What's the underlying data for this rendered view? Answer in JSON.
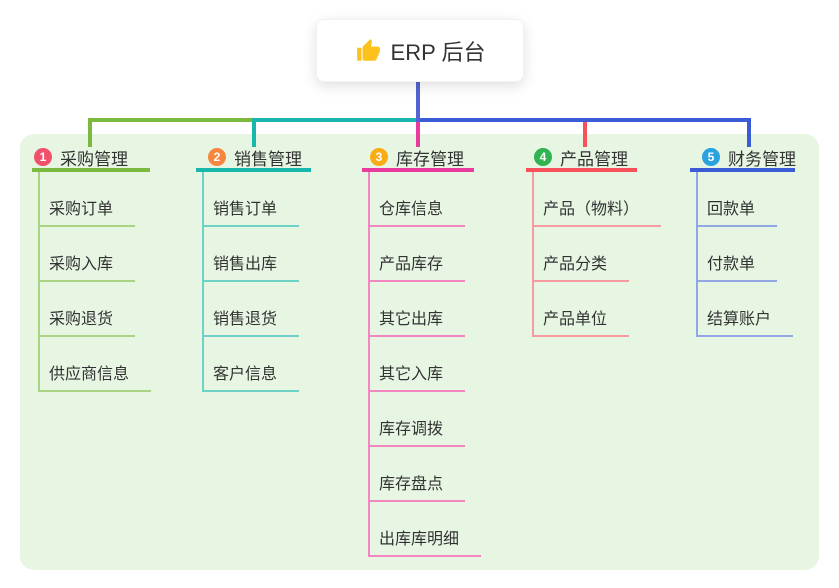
{
  "root": {
    "label": "ERP 后台",
    "icon": "thumbs-up-icon"
  },
  "branches": [
    {
      "badge": "1",
      "label": "采购管理",
      "badge_color": "#f0506b",
      "line_color": "#7cb93f",
      "child_line_color": "#aad481",
      "children": [
        "采购订单",
        "采购入库",
        "采购退货",
        "供应商信息"
      ]
    },
    {
      "badge": "2",
      "label": "销售管理",
      "badge_color": "#f7873e",
      "line_color": "#18b7ac",
      "child_line_color": "#6ed1c8",
      "children": [
        "销售订单",
        "销售出库",
        "销售退货",
        "客户信息"
      ]
    },
    {
      "badge": "3",
      "label": "库存管理",
      "badge_color": "#f9ac13",
      "line_color": "#e93a9e",
      "child_line_color": "#f286c0",
      "children": [
        "仓库信息",
        "产品库存",
        "其它出库",
        "其它入库",
        "库存调拨",
        "库存盘点",
        "出库库明细"
      ]
    },
    {
      "badge": "4",
      "label": "产品管理",
      "badge_color": "#30b451",
      "line_color": "#f8515b",
      "child_line_color": "#f89ba1",
      "children": [
        "产品（物料）",
        "产品分类",
        "产品单位"
      ]
    },
    {
      "badge": "5",
      "label": "财务管理",
      "badge_color": "#2aa2e0",
      "line_color": "#3c5cd7",
      "child_line_color": "#91a7e4",
      "children": [
        "回款单",
        "付款单",
        "结算账户"
      ]
    }
  ],
  "colors": {
    "stem": "#5463d2",
    "panel_bg": "#e7f6e3",
    "text": "#333333",
    "thumb_yellow": "#fcc21b"
  }
}
